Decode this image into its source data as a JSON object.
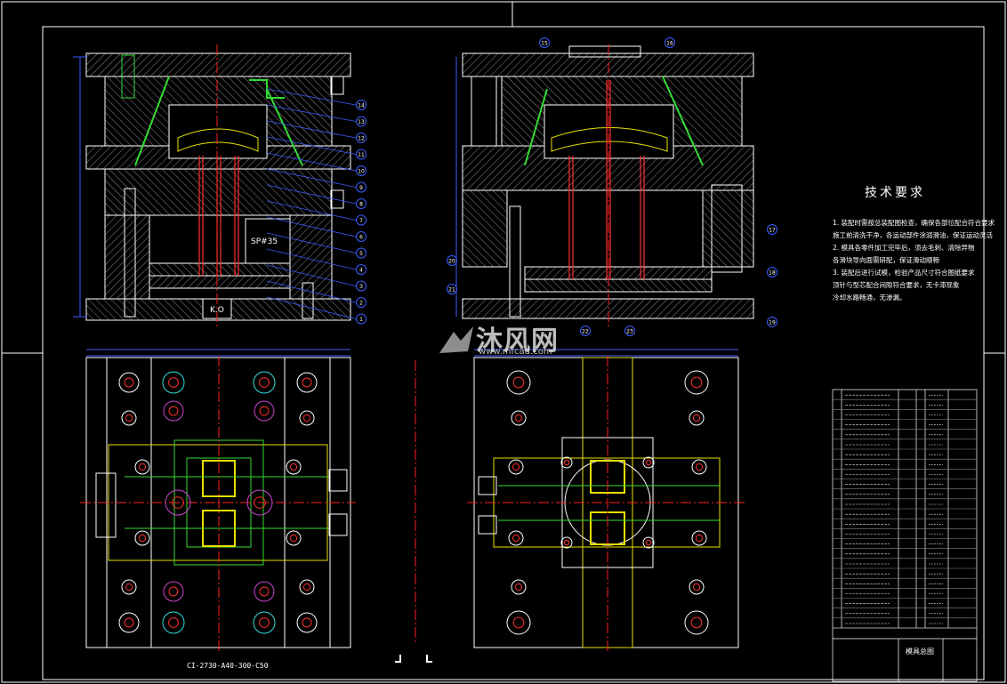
{
  "drawing": {
    "tech_title": "技术要求",
    "tech_notes": [
      "1. 装配时需按总装配图检查，确保各部位配合符合要求",
      "施工前清洗干净，各运动部件涂润滑油，保证运动灵活",
      "2. 模具各零件加工完毕后，须去毛刺、清除异物",
      "各滑块导向面需研配，保证滑动顺畅",
      "3. 装配后进行试模，检验产品尺寸符合图纸要求",
      "顶针与型芯配合间隙符合要求，无卡滞现象",
      "冷却水路畅通，无渗漏。"
    ],
    "part_code": "CI-2730-A40-300-C50",
    "insert_label": "SP#35",
    "ko_label": "K.O",
    "watermark_brand": "沐风网",
    "watermark_url": "www.mfcad.com",
    "title_block_name": "模具总图",
    "callouts_left": [
      "14",
      "13",
      "12",
      "11",
      "10",
      "9",
      "8",
      "7",
      "6",
      "5",
      "4",
      "3",
      "2",
      "1"
    ],
    "callouts_right": [
      "15",
      "16",
      "17",
      "18",
      "19",
      "20",
      "21",
      "22",
      "23"
    ],
    "bom_rows": 24
  },
  "colors": {
    "background": "#000000",
    "frame": "#ffffff",
    "outline": "#ffffff",
    "center_line": "#ff2020",
    "dimension": "#3b5cff",
    "cooling": "#33dd33",
    "ejector": "#ff3030",
    "slider": "#e8e000",
    "hatch": "#9a9a9a",
    "holes": "#ff3030",
    "aux": "#cc44cc",
    "cyan": "#33dddd"
  }
}
